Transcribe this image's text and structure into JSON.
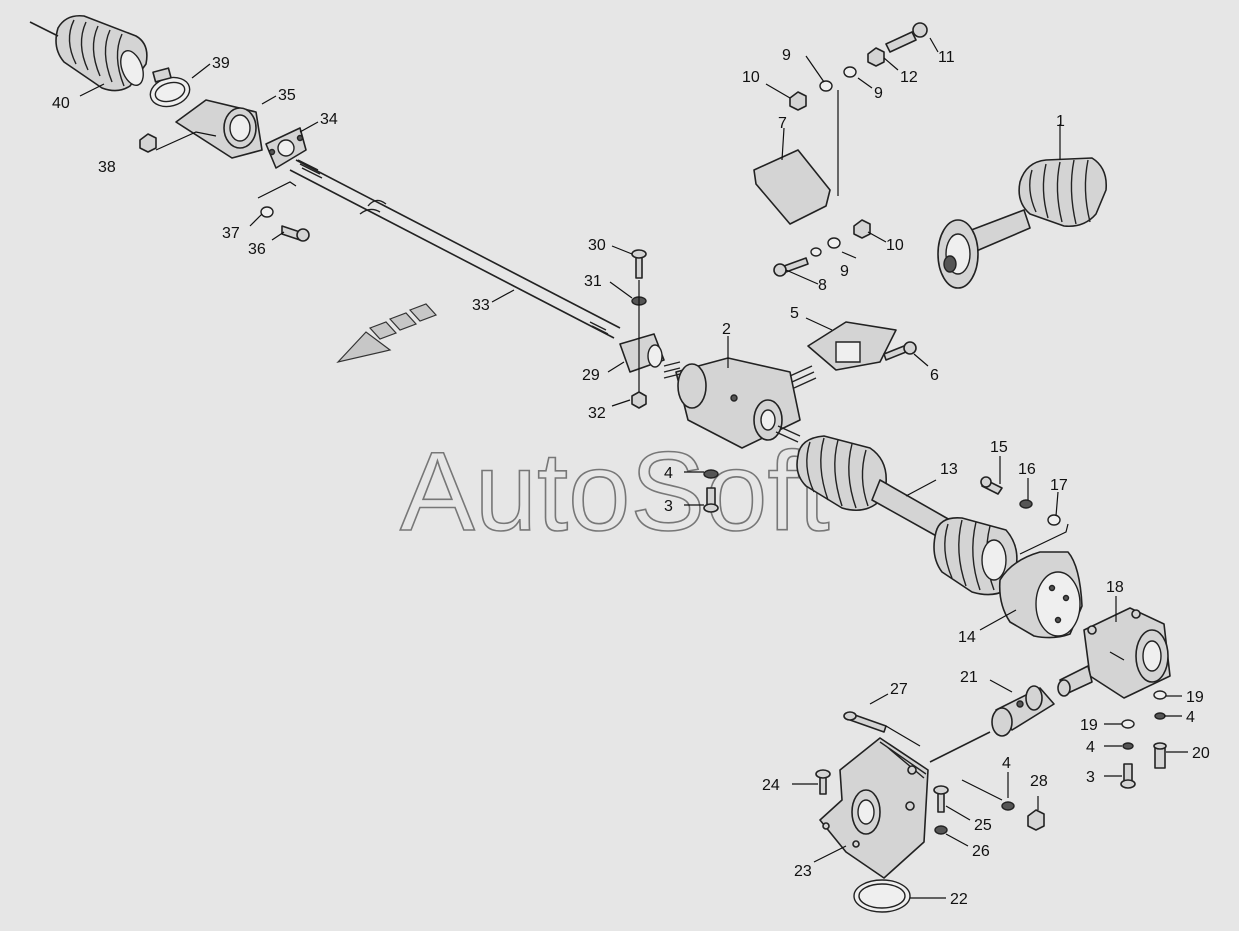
{
  "watermark": "AutoSoft",
  "parts": {
    "p1": "1",
    "p2": "2",
    "p3": "3",
    "p3b": "3",
    "p4": "4",
    "p4b": "4",
    "p4c": "4",
    "p4d": "4",
    "p5": "5",
    "p6": "6",
    "p7": "7",
    "p8": "8",
    "p9a": "9",
    "p9b": "9",
    "p9c": "9",
    "p10a": "10",
    "p10b": "10",
    "p11": "11",
    "p12": "12",
    "p13": "13",
    "p14": "14",
    "p15": "15",
    "p16": "16",
    "p17": "17",
    "p18": "18",
    "p19a": "19",
    "p19b": "19",
    "p20": "20",
    "p21": "21",
    "p22": "22",
    "p23": "23",
    "p24": "24",
    "p25": "25",
    "p26": "26",
    "p27": "27",
    "p28": "28",
    "p29": "29",
    "p30": "30",
    "p31": "31",
    "p32": "32",
    "p33": "33",
    "p34": "34",
    "p35": "35",
    "p36": "36",
    "p37": "37",
    "p38": "38",
    "p39": "39",
    "p40": "40"
  },
  "colors": {
    "background": "#e6e6e6",
    "line": "#222222",
    "part_fill": "#d4d4d4"
  }
}
